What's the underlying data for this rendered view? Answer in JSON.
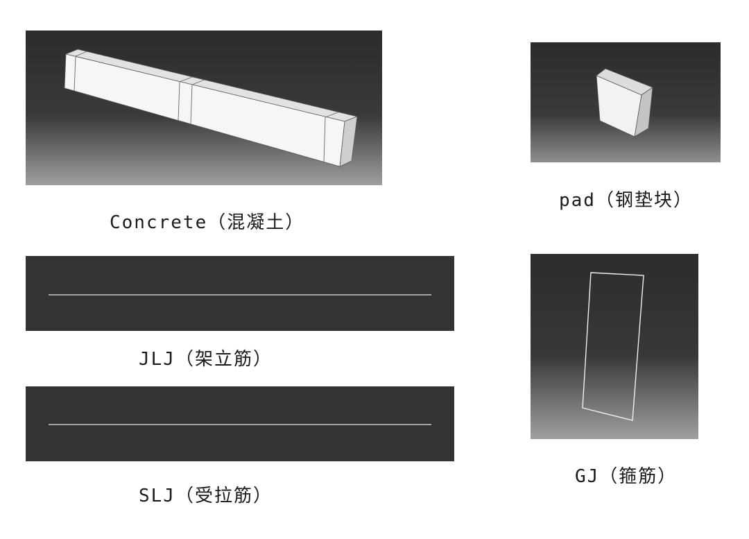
{
  "parts": {
    "concrete": {
      "label": "Concrete（混凝土）"
    },
    "pad": {
      "label": "pad（钢垫块）"
    },
    "jlj": {
      "label": "JLJ（架立筋）"
    },
    "slj": {
      "label": "SLJ（受拉筋）"
    },
    "gj": {
      "label": "GJ（箍筋）"
    }
  },
  "colors": {
    "viewport_top": "#2e2e2e",
    "viewport_bottom": "#a8a8a8",
    "wire": "#e8e8e8",
    "solid_face": "#f4f4f4"
  }
}
